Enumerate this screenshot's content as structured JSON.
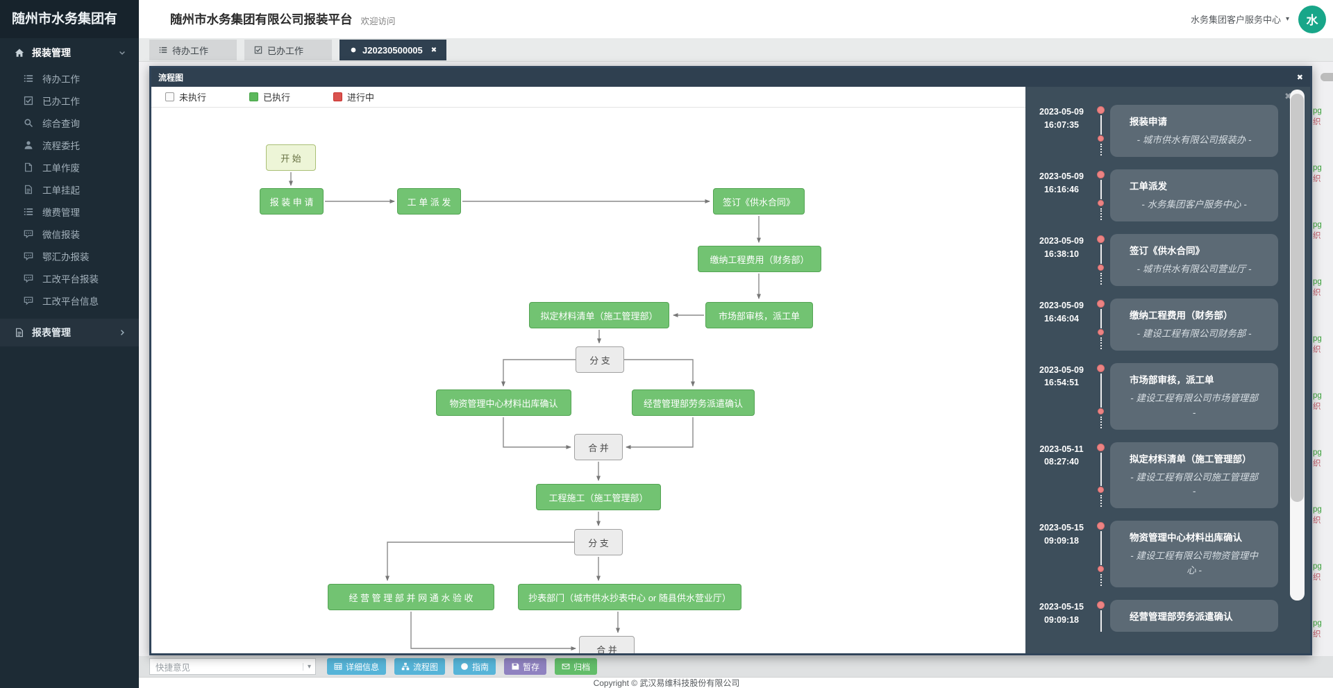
{
  "app": {
    "logo_text": "随州市水务集团有",
    "title": "随州市水务集团有限公司报装平台",
    "welcome": "欢迎访问",
    "user_name": "水务集团客户服务中心",
    "avatar_text": "水",
    "accent_color": "#2f4050",
    "avatar_color": "#18a689"
  },
  "sidebar": {
    "section_label": "报装管理",
    "items": [
      {
        "label": "待办工作",
        "icon": "list"
      },
      {
        "label": "已办工作",
        "icon": "check-square"
      },
      {
        "label": "综合查询",
        "icon": "search"
      },
      {
        "label": "流程委托",
        "icon": "user"
      },
      {
        "label": "工单作废",
        "icon": "file"
      },
      {
        "label": "工单挂起",
        "icon": "file-text"
      },
      {
        "label": "缴费管理",
        "icon": "list"
      },
      {
        "label": "微信报装",
        "icon": "comment"
      },
      {
        "label": "鄂汇办报装",
        "icon": "comment"
      },
      {
        "label": "工改平台报装",
        "icon": "comment"
      },
      {
        "label": "工改平台信息",
        "icon": "comment"
      }
    ],
    "report_label": "报表管理"
  },
  "tabs": [
    {
      "label": "待办工作",
      "icon": "list",
      "active": false,
      "closable": false
    },
    {
      "label": "已办工作",
      "icon": "check-square",
      "active": false,
      "closable": false
    },
    {
      "label": "J20230500005",
      "icon": "dot",
      "active": true,
      "closable": true
    }
  ],
  "modal": {
    "title": "流程图",
    "close_glyph": "✖",
    "legend": [
      {
        "label": "未执行",
        "color": "#fbfbfb",
        "border": "#9a9a9a"
      },
      {
        "label": "已执行",
        "color": "#5cb85c",
        "border": "#47a447"
      },
      {
        "label": "进行中",
        "color": "#d9534f",
        "border": "#c9302c"
      }
    ]
  },
  "flowchart": {
    "nodes": [
      {
        "id": "start",
        "label": "开  始",
        "type": "start"
      },
      {
        "id": "n1",
        "label": "报 装 申 请",
        "type": "task"
      },
      {
        "id": "n2",
        "label": "工 单 派 发",
        "type": "task"
      },
      {
        "id": "n3",
        "label": "签订《供水合同》",
        "type": "task"
      },
      {
        "id": "n4",
        "label": "缴纳工程费用（财务部）",
        "type": "task"
      },
      {
        "id": "n5",
        "label": "拟定材料清单（施工管理部）",
        "type": "task"
      },
      {
        "id": "n6",
        "label": "市场部审核，派工单",
        "type": "task"
      },
      {
        "id": "b1",
        "label": "分  支",
        "type": "gateway"
      },
      {
        "id": "n7",
        "label": "物资管理中心材料出库确认",
        "type": "task"
      },
      {
        "id": "n8",
        "label": "经营管理部劳务派遣确认",
        "type": "task"
      },
      {
        "id": "m1",
        "label": "合  并",
        "type": "gateway"
      },
      {
        "id": "n9",
        "label": "工程施工（施工管理部）",
        "type": "task"
      },
      {
        "id": "b2",
        "label": "分  支",
        "type": "gateway"
      },
      {
        "id": "n10",
        "label": "经 营 管 理 部 并 网 通 水 验 收",
        "type": "task"
      },
      {
        "id": "n11",
        "label": "抄表部门（城市供水抄表中心 or 随县供水营业厅）",
        "type": "task"
      },
      {
        "id": "m2",
        "label": "合  并",
        "type": "gateway"
      }
    ]
  },
  "timeline": [
    {
      "date": "2023-05-09",
      "time": "16:07:35",
      "title": "报装申请",
      "dept": "- 城市供水有限公司报装办 -"
    },
    {
      "date": "2023-05-09",
      "time": "16:16:46",
      "title": "工单派发",
      "dept": "- 水务集团客户服务中心 -"
    },
    {
      "date": "2023-05-09",
      "time": "16:38:10",
      "title": "签订《供水合同》",
      "dept": "- 城市供水有限公司营业厅 -"
    },
    {
      "date": "2023-05-09",
      "time": "16:46:04",
      "title": "缴纳工程费用（财务部）",
      "dept": "- 建设工程有限公司财务部 -"
    },
    {
      "date": "2023-05-09",
      "time": "16:54:51",
      "title": "市场部审核，派工单",
      "dept": "- 建设工程有限公司市场管理部 -"
    },
    {
      "date": "2023-05-11",
      "time": "08:27:40",
      "title": "拟定材料清单（施工管理部）",
      "dept": "- 建设工程有限公司施工管理部 -"
    },
    {
      "date": "2023-05-15",
      "time": "09:09:18",
      "title": "物资管理中心材料出库确认",
      "dept": "- 建设工程有限公司物资管理中心 -"
    },
    {
      "date": "2023-05-15",
      "time": "09:09:18",
      "title": "经营管理部劳务派遣确认",
      "dept": ""
    }
  ],
  "action_bar": {
    "quick_opinion_placeholder": "快捷意见",
    "buttons": [
      {
        "label": "详细信息",
        "icon": "detail",
        "color": "#56b4d8"
      },
      {
        "label": "流程图",
        "icon": "flow",
        "color": "#56b4d8"
      },
      {
        "label": "指南",
        "icon": "info",
        "color": "#56b4d8"
      },
      {
        "label": "暂存",
        "icon": "save",
        "color": "#8f82c0"
      },
      {
        "label": "归档",
        "icon": "archive",
        "color": "#62bd69"
      }
    ]
  },
  "footer": {
    "copyright": "Copyright © 武汉易维科技股份有限公司"
  },
  "background": {
    "fragment_top": "pg",
    "fragment_bottom": "织"
  }
}
